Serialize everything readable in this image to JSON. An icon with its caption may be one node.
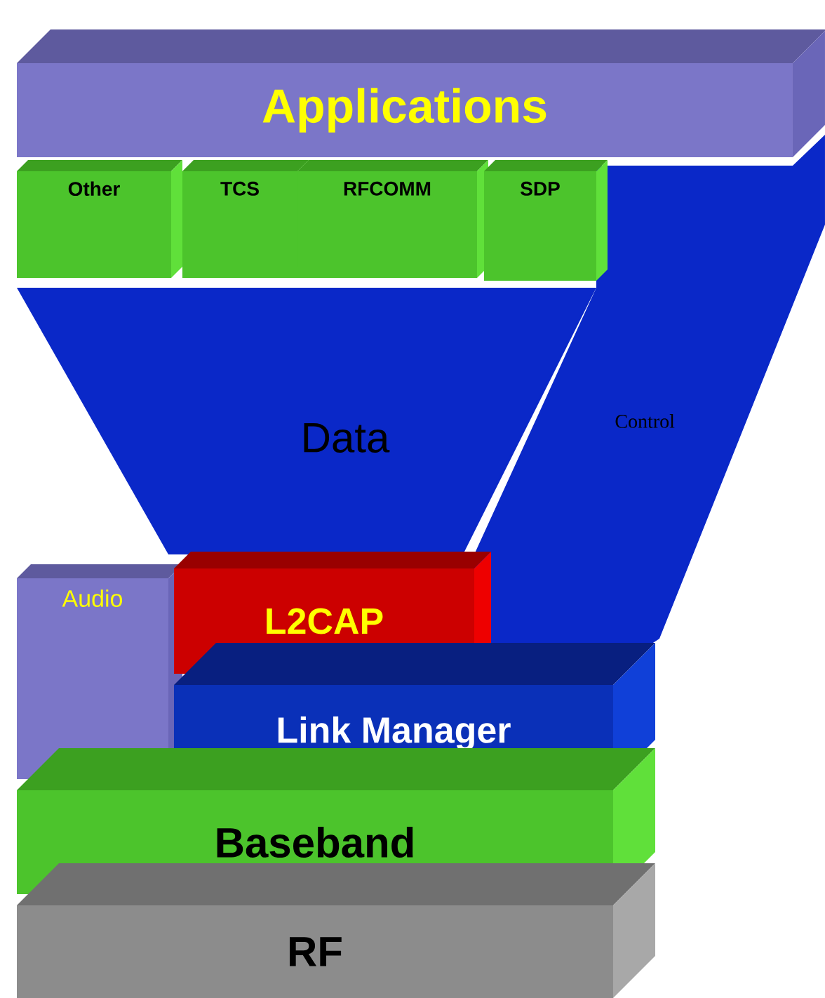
{
  "diagram": {
    "nodes": [
      {
        "text": [
          "Applications"
        ]
      },
      {
        "text": [
          "Other"
        ]
      },
      {
        "text": [
          "TCS"
        ]
      },
      {
        "text": [
          "RFCOMM"
        ]
      },
      {
        "text": [
          "SDP"
        ]
      },
      {
        "text": [
          "Data"
        ]
      },
      {
        "text": [
          "Control"
        ]
      },
      {
        "text": [
          "Audio"
        ]
      },
      {
        "text": [
          "L2CAP"
        ]
      },
      {
        "text": [
          "Link Manager"
        ]
      },
      {
        "text": [
          "Baseband"
        ]
      },
      {
        "text": [
          "RF"
        ]
      }
    ]
  }
}
